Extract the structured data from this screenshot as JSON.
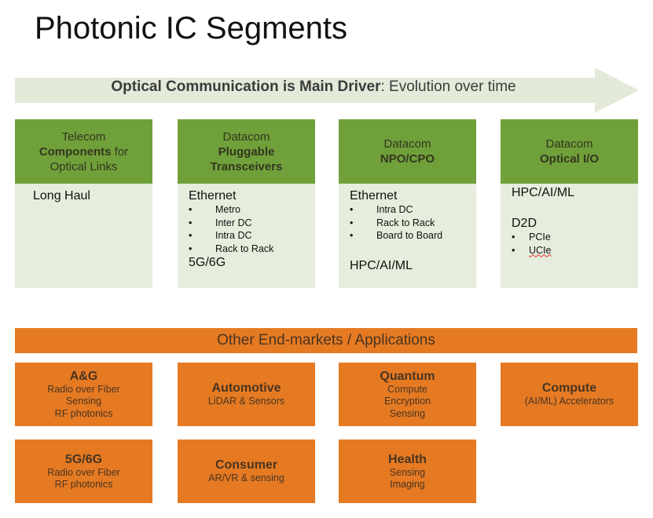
{
  "title": "Photonic IC Segments",
  "arrow": {
    "bold": "Optical Communication is Main Driver",
    "rest": ": Evolution over time"
  },
  "segments": [
    {
      "l1": "Telecom",
      "l2b": "Components",
      "l2r": " for",
      "l3": "Optical Links",
      "body": "Long Haul"
    },
    {
      "l1": "Datacom",
      "l2b": "Pluggable",
      "l3b": "Transceivers",
      "body": "Ethernet",
      "items": [
        "Metro",
        "Inter DC",
        "Intra DC",
        "Rack to Rack"
      ],
      "body2": "5G/6G"
    },
    {
      "l1": "Datacom",
      "l2b": "NPO/CPO",
      "body": "Ethernet",
      "items": [
        "Intra DC",
        "Rack to Rack",
        "Board to Board"
      ],
      "body2": "HPC/AI/ML"
    },
    {
      "l1": "Datacom",
      "l2b": "Optical I/O",
      "body": "HPC/AI/ML",
      "body2": "D2D",
      "items": [
        "PCIe",
        "UCIe"
      ]
    }
  ],
  "other": {
    "title": "Other End-markets / Applications",
    "boxes": [
      {
        "t": "A&G",
        "s": [
          "Radio over Fiber",
          "Sensing",
          "RF photonics"
        ]
      },
      {
        "t": "Automotive",
        "s": [
          "LiDAR & Sensors"
        ]
      },
      {
        "t": "Quantum",
        "s": [
          "Compute",
          "Encryption",
          "Sensing"
        ]
      },
      {
        "t": "Compute",
        "s": [
          "(AI/ML) Accelerators"
        ]
      },
      {
        "t": "5G/6G",
        "s": [
          "Radio over Fiber",
          "RF photonics"
        ]
      },
      {
        "t": "Consumer",
        "s": [
          "AR/VR & sensing"
        ]
      },
      {
        "t": "Health",
        "s": [
          "Sensing",
          "Imaging"
        ]
      }
    ]
  },
  "colors": {
    "green": "#70a03a",
    "light_green": "#e6eddc",
    "orange": "#e57a23",
    "arrow": "#e3ead9"
  }
}
